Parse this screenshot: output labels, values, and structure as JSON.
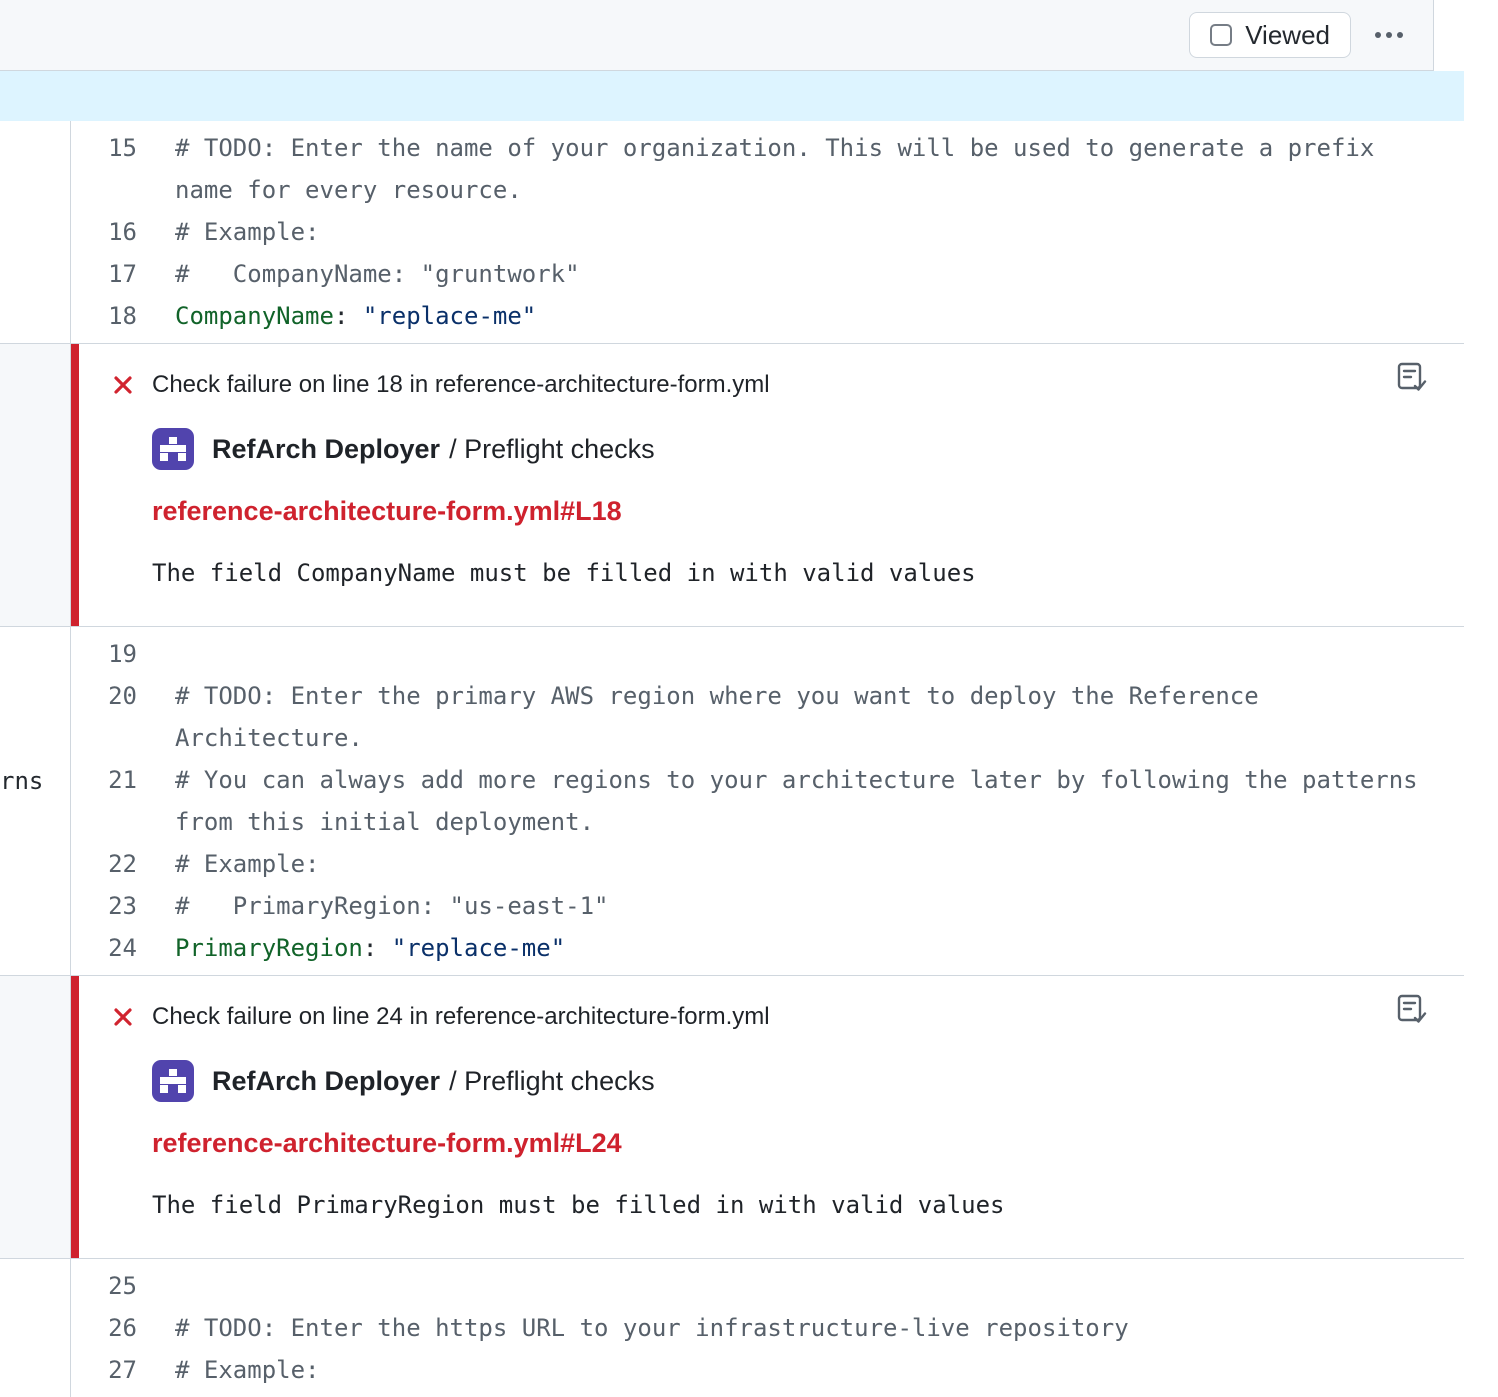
{
  "toolbar": {
    "viewed_label": "Viewed"
  },
  "expander": {
    "kind": "diff-expand-strip"
  },
  "code": {
    "file_language": "yaml",
    "segments": [
      {
        "gutter_text": "",
        "lines": [
          {
            "num": "15",
            "parts": [
              {
                "cls": "comment",
                "text": "# TODO: Enter the name of your organization. This will be used to generate a prefix name for every resource."
              }
            ]
          },
          {
            "num": "16",
            "parts": [
              {
                "cls": "comment",
                "text": "# Example:"
              }
            ]
          },
          {
            "num": "17",
            "parts": [
              {
                "cls": "comment",
                "text": "#   CompanyName: \"gruntwork\""
              }
            ]
          },
          {
            "num": "18",
            "parts": [
              {
                "cls": "key",
                "text": "CompanyName"
              },
              {
                "cls": "plain",
                "text": ": "
              },
              {
                "cls": "string",
                "text": "\"replace-me\""
              }
            ]
          }
        ]
      },
      {
        "gutter_text": "rns",
        "lines": [
          {
            "num": "19",
            "parts": []
          },
          {
            "num": "20",
            "parts": [
              {
                "cls": "comment",
                "text": "# TODO: Enter the primary AWS region where you want to deploy the Reference Architecture."
              }
            ]
          },
          {
            "num": "21",
            "parts": [
              {
                "cls": "comment",
                "text": "# You can always add more regions to your architecture later by following the patterns from this initial deployment."
              }
            ]
          },
          {
            "num": "22",
            "parts": [
              {
                "cls": "comment",
                "text": "# Example:"
              }
            ]
          },
          {
            "num": "23",
            "parts": [
              {
                "cls": "comment",
                "text": "#   PrimaryRegion: \"us-east-1\""
              }
            ]
          },
          {
            "num": "24",
            "parts": [
              {
                "cls": "key",
                "text": "PrimaryRegion"
              },
              {
                "cls": "plain",
                "text": ": "
              },
              {
                "cls": "string",
                "text": "\"replace-me\""
              }
            ]
          }
        ]
      },
      {
        "gutter_text": "",
        "lines": [
          {
            "num": "25",
            "parts": []
          },
          {
            "num": "26",
            "parts": [
              {
                "cls": "comment",
                "text": "# TODO: Enter the https URL to your infrastructure-live repository"
              }
            ]
          },
          {
            "num": "27",
            "parts": [
              {
                "cls": "comment",
                "text": "# Example:"
              }
            ]
          }
        ]
      }
    ]
  },
  "annotations": [
    {
      "header": "Check failure on line 18 in reference-architecture-form.yml",
      "app_name": "RefArch Deployer",
      "app_context": "/ Preflight checks",
      "link": "reference-architecture-form.yml#L18",
      "message": "The field CompanyName must be filled in with valid values"
    },
    {
      "header": "Check failure on line 24 in reference-architecture-form.yml",
      "app_name": "RefArch Deployer",
      "app_context": "/ Preflight checks",
      "link": "reference-architecture-form.yml#L24",
      "message": "The field PrimaryRegion must be filled in with valid values"
    }
  ],
  "colors": {
    "failure_red": "#cf222e",
    "yaml_key_green": "#116329",
    "yaml_string_blue": "#0a3069",
    "expander_blue": "#ddf4ff",
    "avatar_purple": "#5144ad",
    "toolbar_gray": "#f6f8fa",
    "border_gray": "#d0d7de"
  }
}
